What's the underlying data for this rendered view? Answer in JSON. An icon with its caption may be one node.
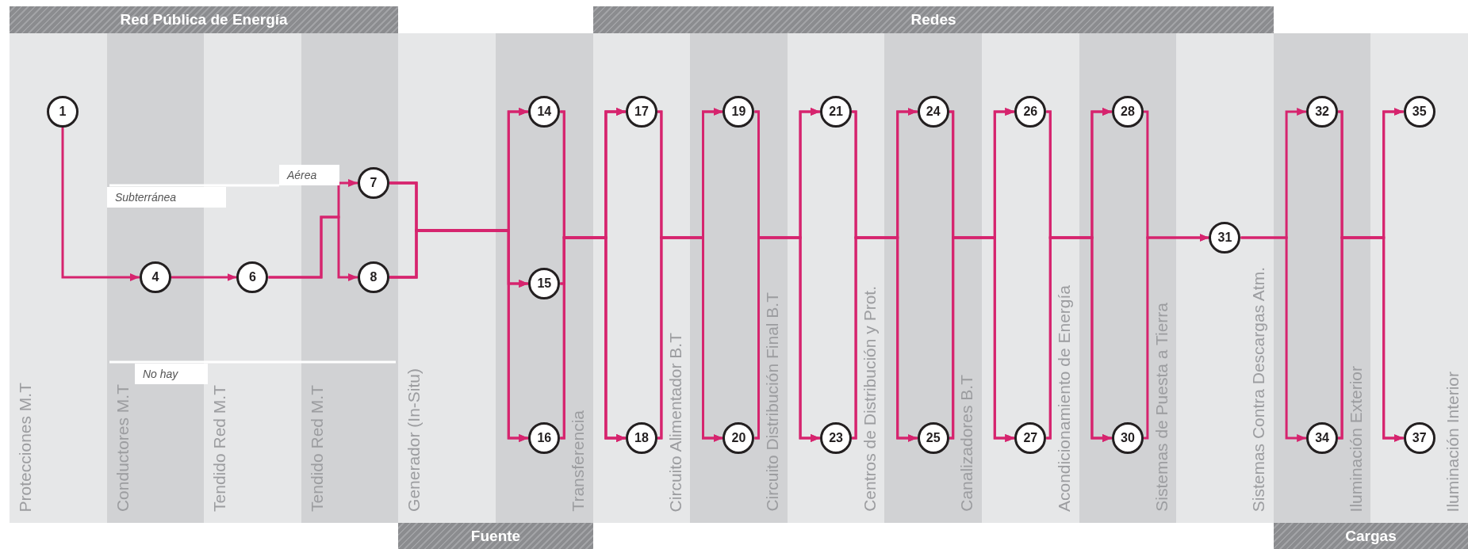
{
  "diagram": {
    "nodes": [
      {
        "text": [
          "Red Pública de Energía"
        ]
      },
      {
        "text": [
          "Redes"
        ]
      },
      {
        "text": [
          "Protecciones M.T"
        ]
      },
      {
        "text": [
          "1"
        ],
        "in": 2
      },
      {
        "text": [
          "Conductores M.T"
        ]
      },
      {
        "text": [
          "4"
        ],
        "in": 4
      },
      {
        "text": [
          "Tendido Red M.T"
        ]
      },
      {
        "text": [
          "6"
        ],
        "in": 6
      },
      {
        "text": [
          "Tendido Red M.T"
        ]
      },
      {
        "text": [
          "7"
        ],
        "in": 8
      },
      {
        "text": [
          "8"
        ],
        "in": 8
      },
      {
        "text": [
          "Generador (In-Situ)"
        ]
      },
      {
        "text": [
          "Transferencia"
        ]
      },
      {
        "text": [
          "14"
        ],
        "in": 12
      },
      {
        "text": [
          "15"
        ],
        "in": 12
      },
      {
        "text": [
          "16"
        ],
        "in": 12
      },
      {
        "text": [
          "Circuito Alimentador B.T"
        ]
      },
      {
        "text": [
          "17"
        ],
        "in": 16
      },
      {
        "text": [
          "18"
        ],
        "in": 16
      },
      {
        "text": [
          "Circuito Distribución Final B.T"
        ]
      },
      {
        "text": [
          "19"
        ],
        "in": 19
      },
      {
        "text": [
          "20"
        ],
        "in": 19
      },
      {
        "text": [
          "Centros de Distribución y Prot."
        ]
      },
      {
        "text": [
          "21"
        ],
        "in": 22
      },
      {
        "text": [
          "23"
        ],
        "in": 22
      },
      {
        "text": [
          "Canalizadores B.T"
        ]
      },
      {
        "text": [
          "24"
        ],
        "in": 25
      },
      {
        "text": [
          "25"
        ],
        "in": 25
      },
      {
        "text": [
          "Acondicionamiento de Energía"
        ]
      },
      {
        "text": [
          "26"
        ],
        "in": 28
      },
      {
        "text": [
          "27"
        ],
        "in": 28
      },
      {
        "text": [
          "Sistemas de Puesta a Tierra"
        ]
      },
      {
        "text": [
          "28"
        ],
        "in": 31
      },
      {
        "text": [
          "30"
        ],
        "in": 31
      },
      {
        "text": [
          "Sistemas Contra Descargas Atm."
        ]
      },
      {
        "text": [
          "31"
        ],
        "in": 34
      },
      {
        "text": [
          "Iluminación Exterior"
        ]
      },
      {
        "text": [
          "32"
        ],
        "in": 36
      },
      {
        "text": [
          "34"
        ],
        "in": 36
      },
      {
        "text": [
          "Iluminación Interior"
        ]
      },
      {
        "text": [
          "35"
        ],
        "in": 39
      },
      {
        "text": [
          "37"
        ],
        "in": 39
      },
      {
        "text": [
          "Fuente"
        ]
      },
      {
        "text": [
          "Cargas"
        ]
      }
    ],
    "edges": [
      {
        "from": 3,
        "to": 5,
        "arrow": "to"
      },
      {
        "from": 5,
        "to": 7,
        "arrow": "to"
      },
      {
        "from": 7,
        "to": 9,
        "arrow": "to"
      },
      {
        "from": 7,
        "to": 10,
        "arrow": "to"
      },
      {
        "from": 9,
        "to": 13,
        "arrow": "to"
      },
      {
        "from": 9,
        "to": 14,
        "arrow": "to"
      },
      {
        "from": 9,
        "to": 15,
        "arrow": "to"
      },
      {
        "from": 10,
        "to": 13,
        "arrow": "to"
      },
      {
        "from": 10,
        "to": 14,
        "arrow": "to"
      },
      {
        "from": 10,
        "to": 15,
        "arrow": "to"
      },
      {
        "from": 13,
        "to": 17,
        "arrow": "to"
      },
      {
        "from": 13,
        "to": 18,
        "arrow": "to"
      },
      {
        "from": 14,
        "to": 17,
        "arrow": "to"
      },
      {
        "from": 14,
        "to": 18,
        "arrow": "to"
      },
      {
        "from": 15,
        "to": 17,
        "arrow": "to"
      },
      {
        "from": 15,
        "to": 18,
        "arrow": "to"
      },
      {
        "from": 17,
        "to": 20,
        "arrow": "to"
      },
      {
        "from": 17,
        "to": 21,
        "arrow": "to"
      },
      {
        "from": 18,
        "to": 20,
        "arrow": "to"
      },
      {
        "from": 18,
        "to": 21,
        "arrow": "to"
      },
      {
        "from": 20,
        "to": 23,
        "arrow": "to"
      },
      {
        "from": 20,
        "to": 24,
        "arrow": "to"
      },
      {
        "from": 21,
        "to": 23,
        "arrow": "to"
      },
      {
        "from": 21,
        "to": 24,
        "arrow": "to"
      },
      {
        "from": 23,
        "to": 26,
        "arrow": "to"
      },
      {
        "from": 23,
        "to": 27,
        "arrow": "to"
      },
      {
        "from": 24,
        "to": 26,
        "arrow": "to"
      },
      {
        "from": 24,
        "to": 27,
        "arrow": "to"
      },
      {
        "from": 26,
        "to": 29,
        "arrow": "to"
      },
      {
        "from": 26,
        "to": 30,
        "arrow": "to"
      },
      {
        "from": 27,
        "to": 29,
        "arrow": "to"
      },
      {
        "from": 27,
        "to": 30,
        "arrow": "to"
      },
      {
        "from": 29,
        "to": 32,
        "arrow": "to"
      },
      {
        "from": 29,
        "to": 33,
        "arrow": "to"
      },
      {
        "from": 30,
        "to": 32,
        "arrow": "to"
      },
      {
        "from": 30,
        "to": 33,
        "arrow": "to"
      },
      {
        "from": 32,
        "to": 35,
        "arrow": "to"
      },
      {
        "from": 33,
        "to": 35,
        "arrow": "to"
      },
      {
        "from": 35,
        "to": 37,
        "arrow": "to"
      },
      {
        "from": 35,
        "to": 38,
        "arrow": "to"
      },
      {
        "from": 37,
        "to": 40,
        "arrow": "to"
      },
      {
        "from": 37,
        "to": 41,
        "arrow": "to"
      },
      {
        "from": 38,
        "to": 40,
        "arrow": "to"
      },
      {
        "from": 38,
        "to": 41,
        "arrow": "to"
      }
    ],
    "labels": [
      "Aérea",
      "Subterránea",
      "No hay"
    ]
  }
}
